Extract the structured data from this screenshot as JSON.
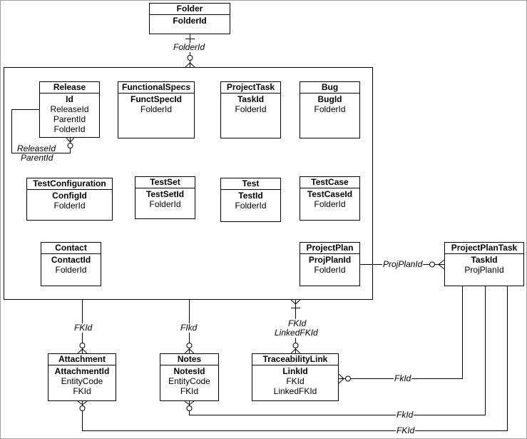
{
  "entities": {
    "folder": {
      "title": "Folder",
      "fields": [
        {
          "text": "FolderId",
          "key": true
        }
      ]
    },
    "release": {
      "title": "Release",
      "fields": [
        {
          "text": "Id",
          "key": true
        },
        {
          "text": "ReleaseId",
          "key": false
        },
        {
          "text": "ParentId",
          "key": false
        },
        {
          "text": "FolderId",
          "key": false
        }
      ]
    },
    "functionalspecs": {
      "title": "FunctionalSpecs",
      "fields": [
        {
          "text": "FunctSpecId",
          "key": true
        },
        {
          "text": "FolderId",
          "key": false
        }
      ]
    },
    "projecttask": {
      "title": "ProjectTask",
      "fields": [
        {
          "text": "TaskId",
          "key": true
        },
        {
          "text": "FolderId",
          "key": false
        }
      ]
    },
    "bug": {
      "title": "Bug",
      "fields": [
        {
          "text": "BugId",
          "key": true
        },
        {
          "text": "FolderId",
          "key": false
        }
      ]
    },
    "testconfiguration": {
      "title": "TestConfiguration",
      "fields": [
        {
          "text": "ConfigId",
          "key": true
        },
        {
          "text": "FolderId",
          "key": false
        }
      ]
    },
    "testset": {
      "title": "TestSet",
      "fields": [
        {
          "text": "TestSetId",
          "key": true
        },
        {
          "text": "FolderId",
          "key": false
        }
      ]
    },
    "test": {
      "title": "Test",
      "fields": [
        {
          "text": "TestId",
          "key": true
        },
        {
          "text": "FolderId",
          "key": false
        }
      ]
    },
    "testcase": {
      "title": "TestCase",
      "fields": [
        {
          "text": "TestCaseId",
          "key": true
        },
        {
          "text": "FolderId",
          "key": false
        }
      ]
    },
    "contact": {
      "title": "Contact",
      "fields": [
        {
          "text": "ContactId",
          "key": true
        },
        {
          "text": "FolderId",
          "key": false
        }
      ]
    },
    "projectplan": {
      "title": "ProjectPlan",
      "fields": [
        {
          "text": "ProjPlanId",
          "key": true
        },
        {
          "text": "FolderId",
          "key": false
        }
      ]
    },
    "projectplantask": {
      "title": "ProjectPlanTask",
      "fields": [
        {
          "text": "TaskId",
          "key": true
        },
        {
          "text": "ProjPlanId",
          "key": false
        }
      ]
    },
    "attachment": {
      "title": "Attachment",
      "fields": [
        {
          "text": "AttachmentId",
          "key": true
        },
        {
          "text": "EntityCode",
          "key": false
        },
        {
          "text": "FKId",
          "key": false
        }
      ]
    },
    "notes": {
      "title": "Notes",
      "fields": [
        {
          "text": "NotesId",
          "key": true
        },
        {
          "text": "EntityCode",
          "key": false
        },
        {
          "text": "FKId",
          "key": false
        }
      ]
    },
    "traceabilitylink": {
      "title": "TraceabilityLink",
      "fields": [
        {
          "text": "LinkId",
          "key": true
        },
        {
          "text": "FKId",
          "key": false
        },
        {
          "text": "LinkedFKId",
          "key": false
        }
      ]
    }
  },
  "labels": {
    "folder_rel": "FolderId",
    "release_self_1": "ReleaseId",
    "release_self_2": "ParentId",
    "projplan_rel": "ProjPlanId",
    "attachment_rel": "FKId",
    "notes_rel": "FIkd",
    "trace_rel_1": "FKId",
    "trace_rel_2": "LinkedFKId",
    "ppt_trace_rel": "FkId",
    "ppt_notes_rel": "FkId",
    "ppt_attach_rel": "FKId"
  }
}
